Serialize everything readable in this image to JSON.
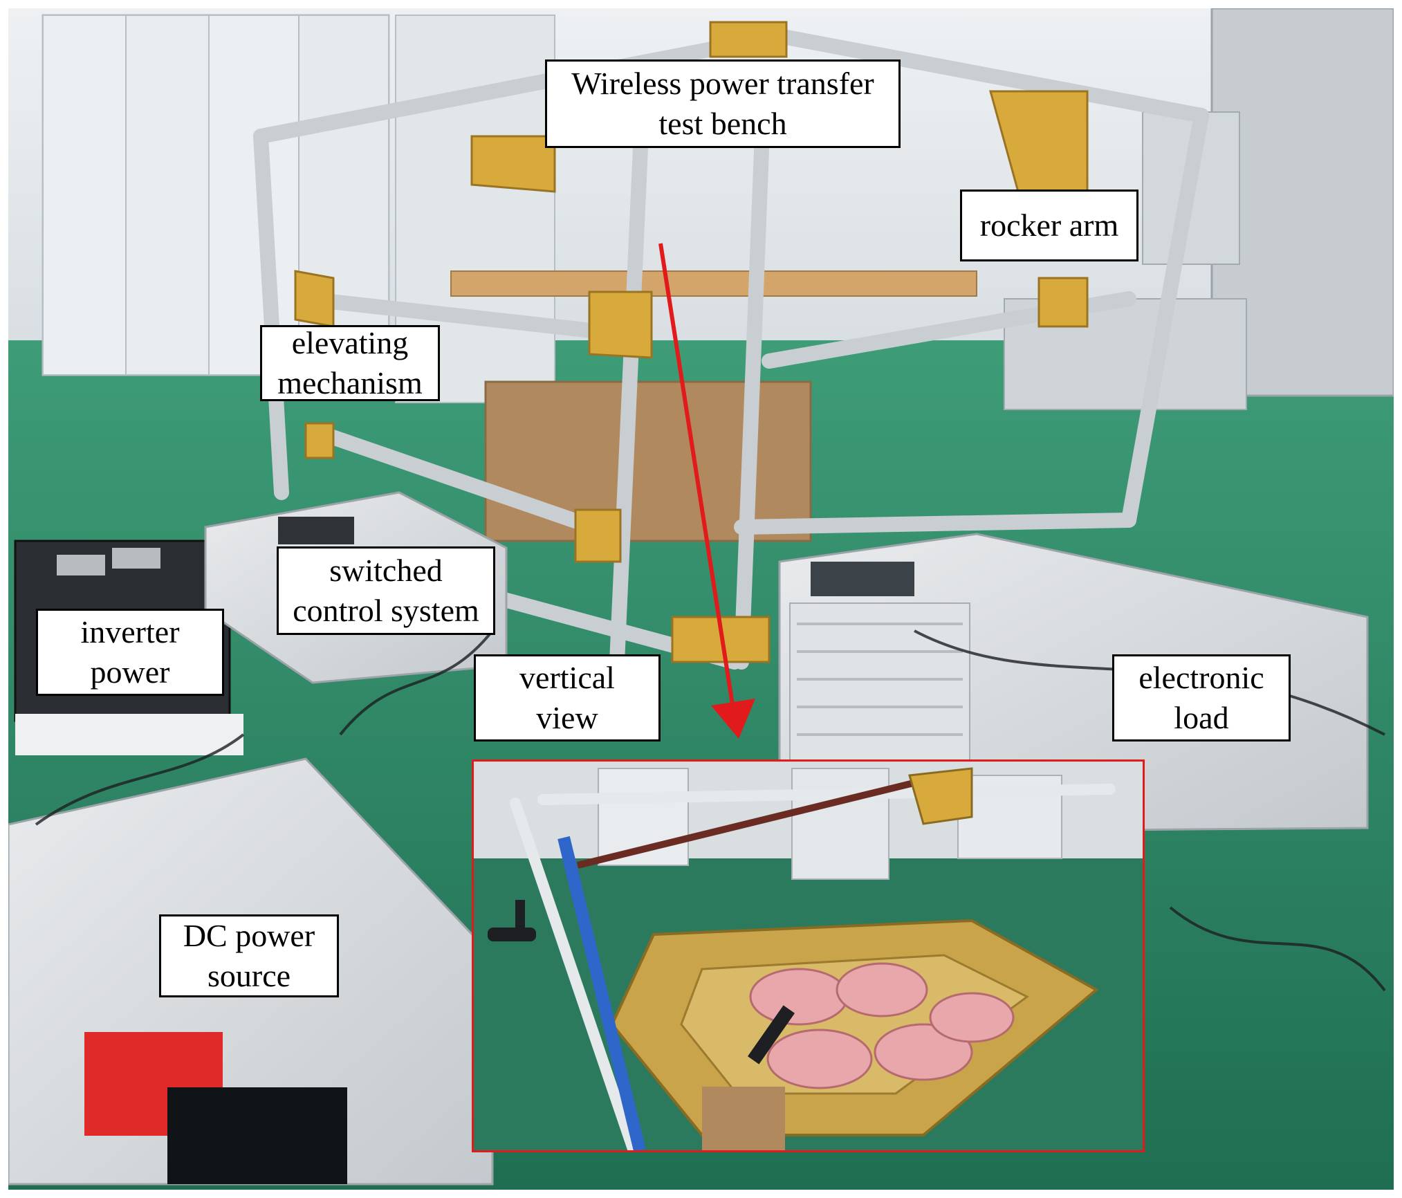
{
  "labels": {
    "bench_line1": "Wireless power transfer",
    "bench_line2": "test bench",
    "rocker": "rocker arm",
    "elevating_line1": "elevating",
    "elevating_line2": "mechanism",
    "switched_line1": "switched",
    "switched_line2": "control system",
    "inverter_line1": "inverter",
    "inverter_line2": "power",
    "vertical_line1": "vertical",
    "vertical_line2": "view",
    "electronic_line1": "electronic",
    "electronic_line2": "load",
    "dc_line1": "DC power",
    "dc_line2": "source"
  },
  "colors": {
    "floor": "#2f8f6b",
    "frame_aluminum": "#c9ced3",
    "bracket_yellow": "#d8a93b",
    "inset_border": "#e11b1b",
    "arrow": "#e11b1b",
    "label_border": "#000000",
    "label_fill": "#ffffff"
  },
  "icons": {
    "arrow": "red-down-arrow",
    "crank": "crank-handle-icon"
  }
}
